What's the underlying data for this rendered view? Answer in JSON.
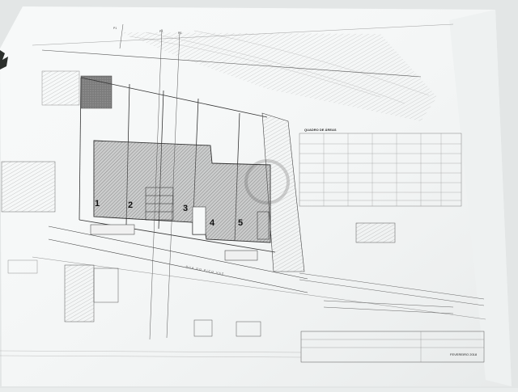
{
  "document": {
    "type": "architectural site plan sheet",
    "lots": [
      {
        "id": "1",
        "label": "1"
      },
      {
        "id": "2",
        "label": "2"
      },
      {
        "id": "3",
        "label": "3"
      },
      {
        "id": "4",
        "label": "4"
      },
      {
        "id": "5",
        "label": "5"
      }
    ],
    "table": {
      "title": "QUADRO DE ÁREAS"
    },
    "title_block": {
      "date": "FEVEREIRO 2018"
    },
    "street": {
      "name": "RUA DO PICO VAZ"
    },
    "profile_marks": [
      "P1",
      "P2",
      "P3"
    ],
    "colors": {
      "paper": "#f7f9f9",
      "background": "#e9ecec",
      "line": "#4a4a4a",
      "hatch": "#8a8a8a"
    }
  }
}
